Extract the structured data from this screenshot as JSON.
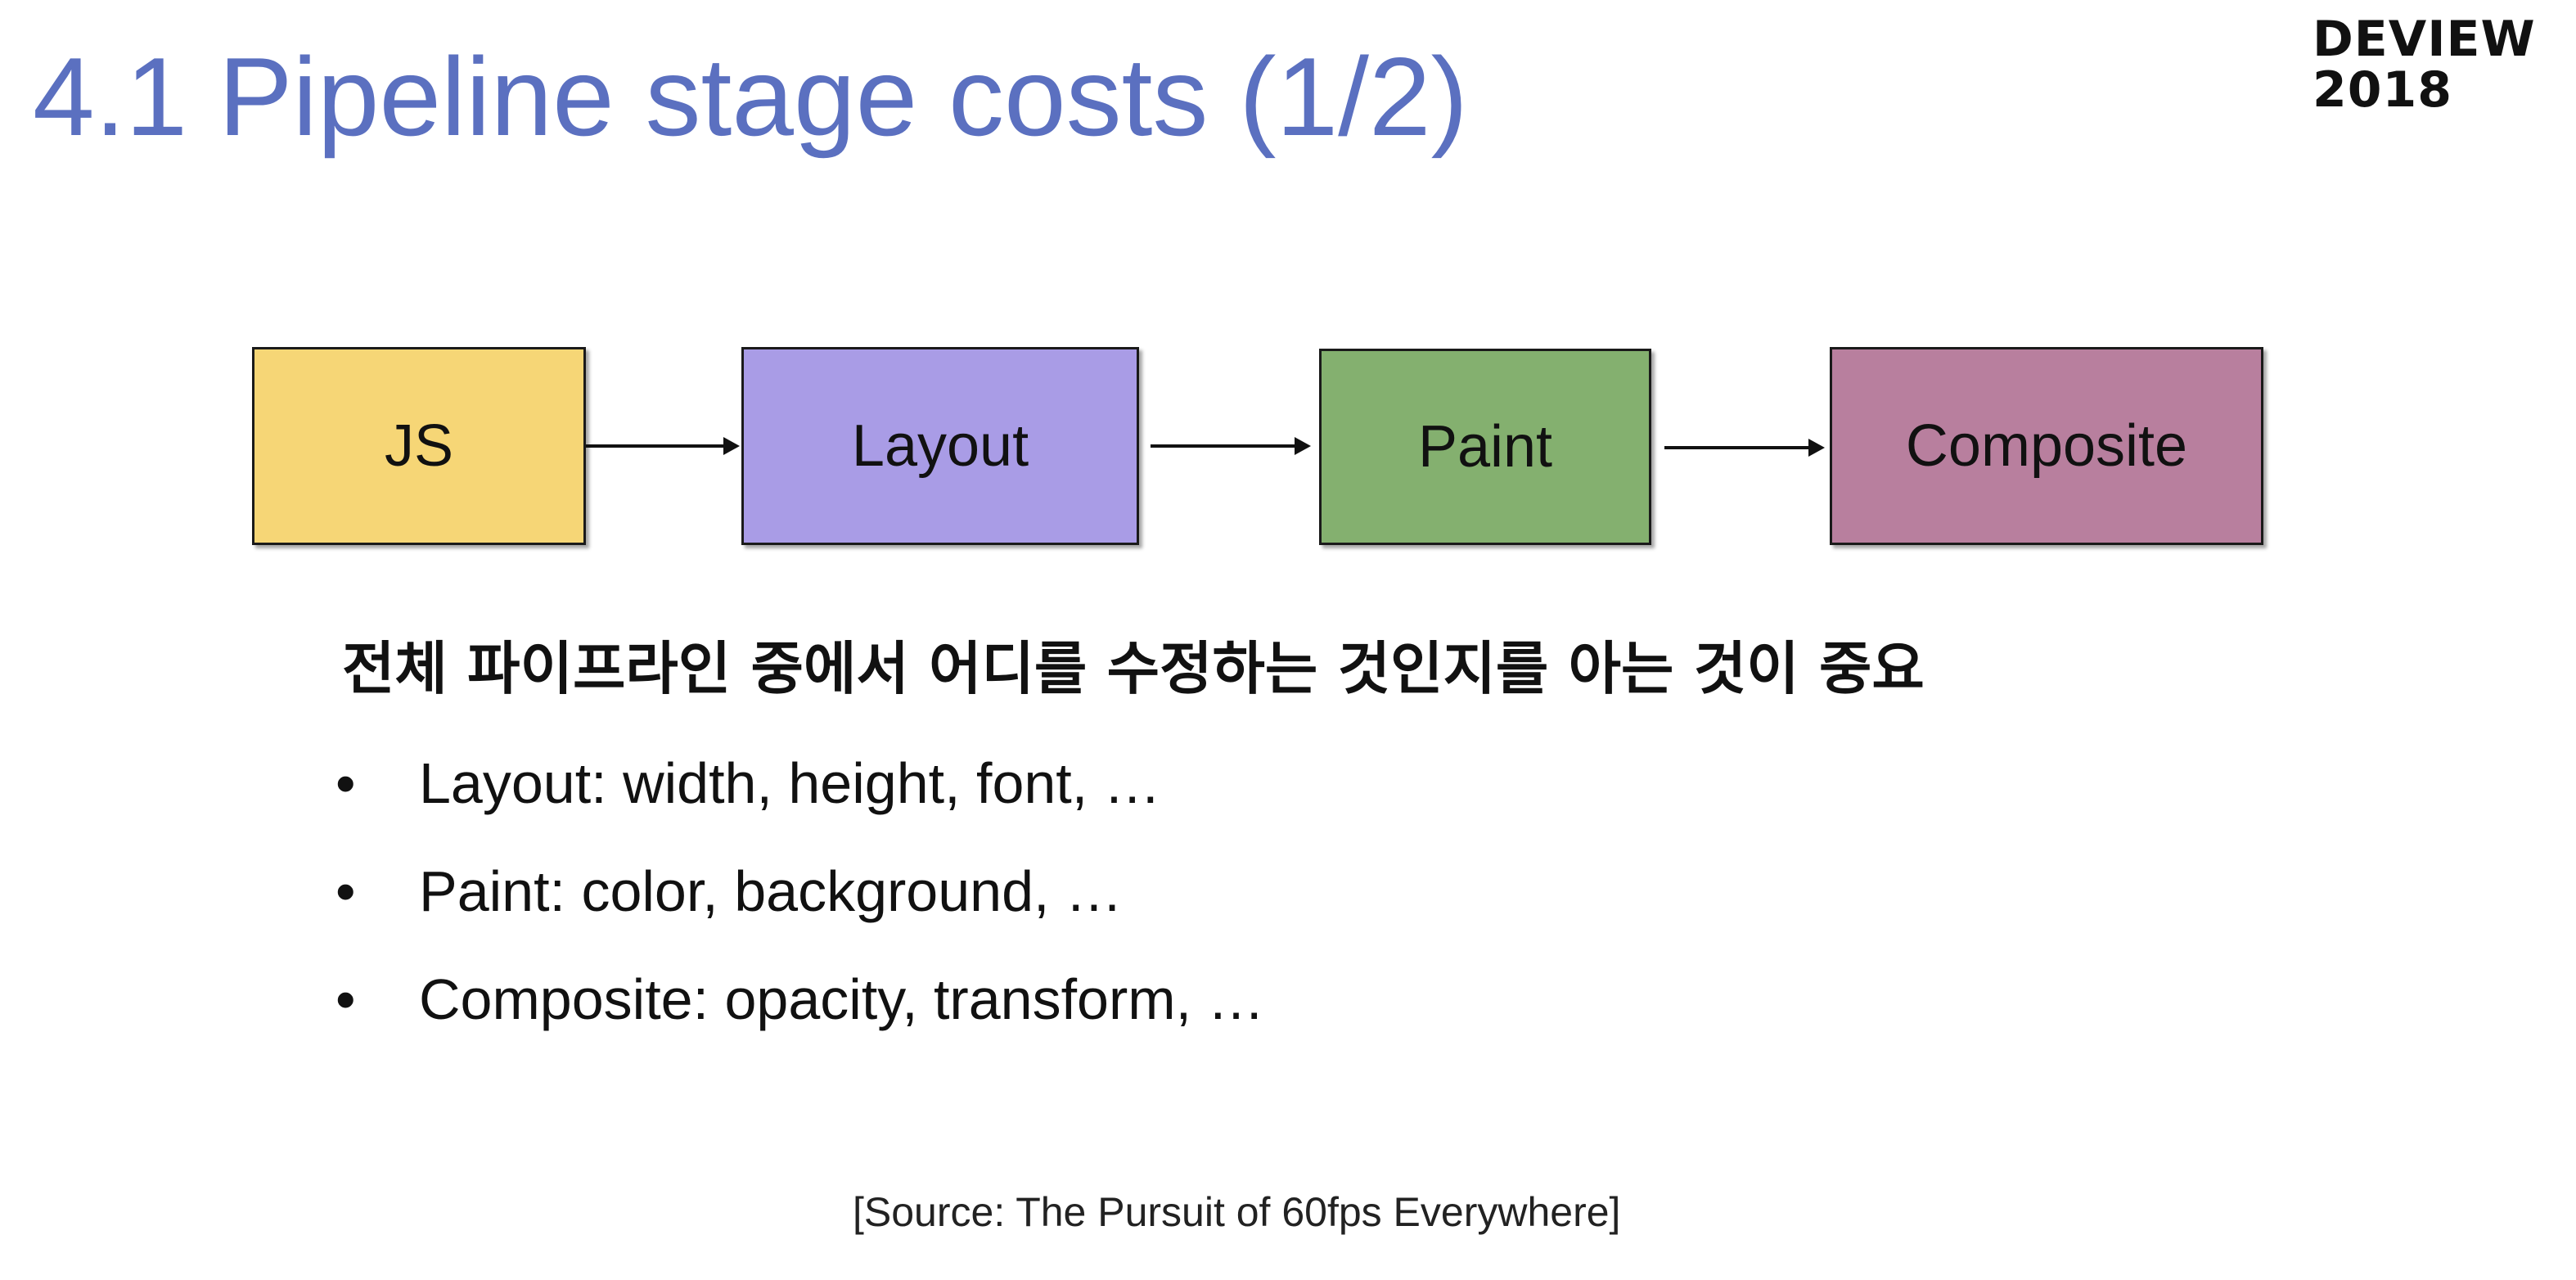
{
  "slide": {
    "title": "4.1 Pipeline stage costs (1/2)",
    "logo": {
      "line1": "DEVIEW",
      "line2": "2018"
    },
    "pipeline": {
      "stages": [
        {
          "label": "JS",
          "color": "#f6d676"
        },
        {
          "label": "Layout",
          "color": "#a99ce6"
        },
        {
          "label": "Paint",
          "color": "#84b06f"
        },
        {
          "label": "Composite",
          "color": "#b87f9e"
        }
      ]
    },
    "subtitle": "전체 파이프라인 중에서 어디를 수정하는 것인지를 아는 것이 중요",
    "bullet_glyph": "•",
    "bullets": [
      "Layout: width, height, font, …",
      "Paint: color, background, …",
      "Composite: opacity, transform, …"
    ],
    "source": "[Source: The Pursuit of 60fps Everywhere]"
  }
}
